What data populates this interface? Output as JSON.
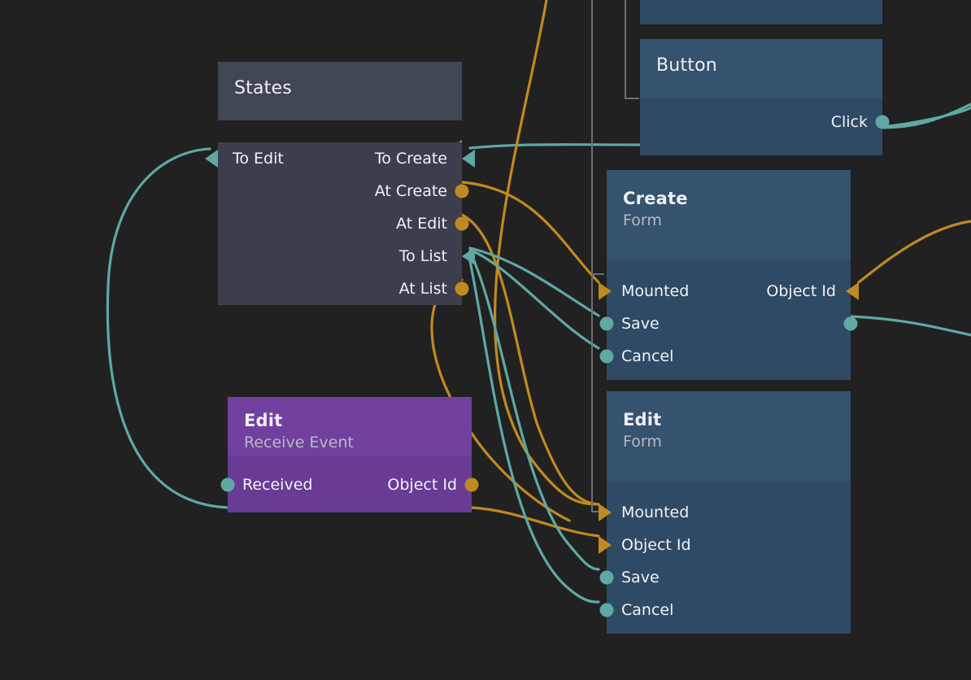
{
  "canvas": {
    "background_color": "#212121",
    "accent_exec_color": "#5fa8a3",
    "accent_data_color": "#c08a22"
  },
  "nodes": [
    {
      "id": "states",
      "title": "States",
      "subtitle": "",
      "header_color": "#414653",
      "body_color": "#3c3f4b",
      "inputs": [
        {
          "label": "To Edit",
          "marker": "arrow",
          "color": "#5fa8a3"
        }
      ],
      "outputs": [
        {
          "label": "To Create",
          "marker": "arrow",
          "color": "#5fa8a3"
        },
        {
          "label": "At Create",
          "marker": "dot",
          "color": "#c08a22"
        },
        {
          "label": "At Edit",
          "marker": "dot",
          "color": "#c08a22"
        },
        {
          "label": "To List",
          "marker": "arrow",
          "color": "#5fa8a3"
        },
        {
          "label": "At List",
          "marker": "dot",
          "color": "#c08a22"
        }
      ]
    },
    {
      "id": "edit-event",
      "title": "Edit",
      "subtitle": "Receive Event",
      "header_color": "#71409f",
      "body_color": "#683c95",
      "inputs": [
        {
          "label": "Received",
          "marker": "dot",
          "color": "#5fa8a3"
        }
      ],
      "outputs": [
        {
          "label": "Object Id",
          "marker": "dot",
          "color": "#c08a22"
        }
      ]
    },
    {
      "id": "button",
      "title": "Button",
      "subtitle": "",
      "header_color": "#35526f",
      "body_color": "#2f4a65",
      "inputs": [],
      "outputs": [
        {
          "label": "Click",
          "marker": "dot",
          "color": "#5fa8a3"
        }
      ]
    },
    {
      "id": "create-form",
      "title": "Create",
      "subtitle": "Form",
      "header_color": "#35526f",
      "body_color": "#2f4a65",
      "inputs": [
        {
          "label": "Mounted",
          "marker": "arrow",
          "color": "#c08a22"
        },
        {
          "label": "Save",
          "marker": "dot",
          "color": "#5fa8a3"
        },
        {
          "label": "Cancel",
          "marker": "dot",
          "color": "#5fa8a3"
        }
      ],
      "outputs": [
        {
          "label": "Object Id",
          "marker": "arrow",
          "color": "#c08a22"
        }
      ],
      "right_ports": [
        {
          "label": "",
          "marker": "dot",
          "color": "#5fa8a3"
        }
      ]
    },
    {
      "id": "edit-form",
      "title": "Edit",
      "subtitle": "Form",
      "header_color": "#35526f",
      "body_color": "#2f4a65",
      "inputs": [
        {
          "label": "Mounted",
          "marker": "arrow",
          "color": "#c08a22"
        },
        {
          "label": "Object Id",
          "marker": "arrow",
          "color": "#c08a22"
        },
        {
          "label": "Save",
          "marker": "dot",
          "color": "#5fa8a3"
        },
        {
          "label": "Cancel",
          "marker": "dot",
          "color": "#5fa8a3"
        }
      ],
      "outputs": []
    }
  ],
  "labels": {
    "states_title": "States",
    "states_in_to_edit": "To Edit",
    "states_out_to_create": "To Create",
    "states_out_at_create": "At Create",
    "states_out_at_edit": "At Edit",
    "states_out_to_list": "To List",
    "states_out_at_list": "At List",
    "edit_event_title": "Edit",
    "edit_event_subtitle": "Receive Event",
    "edit_event_in_received": "Received",
    "edit_event_out_object_id": "Object Id",
    "button_title": "Button",
    "button_out_click": "Click",
    "create_title": "Create",
    "create_subtitle": "Form",
    "create_in_mounted": "Mounted",
    "create_in_save": "Save",
    "create_in_cancel": "Cancel",
    "create_out_object_id": "Object Id",
    "edit_form_title": "Edit",
    "edit_form_subtitle": "Form",
    "edit_form_in_mounted": "Mounted",
    "edit_form_in_object_id": "Object Id",
    "edit_form_in_save": "Save",
    "edit_form_in_cancel": "Cancel"
  }
}
